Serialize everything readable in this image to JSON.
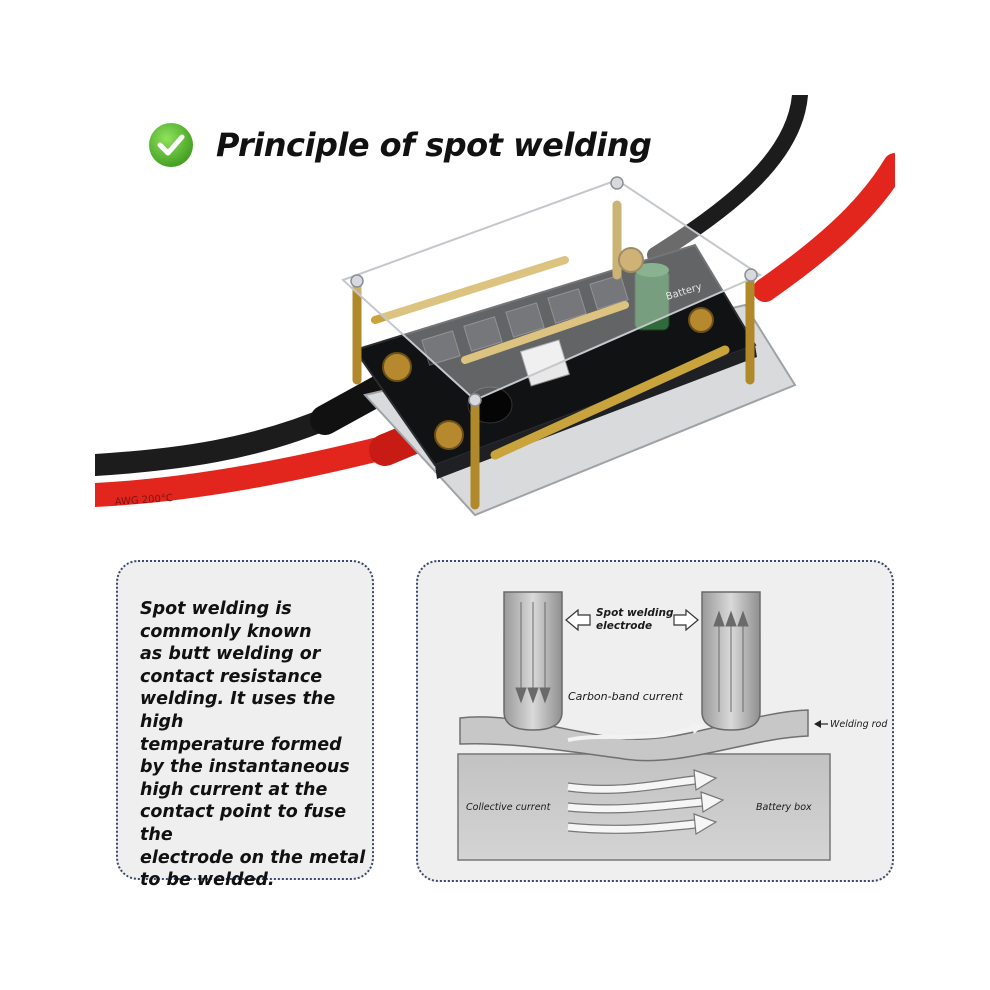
{
  "heading": {
    "title": "Principle of spot welding",
    "icon": "check-circle-icon",
    "icon_color": "#4cae2a"
  },
  "photo": {
    "cable_print": "AWG 200°C",
    "board_print": "Battery"
  },
  "description": "Spot welding is\ncommonly known\nas butt welding or\ncontact resistance\nwelding. It uses the high\ntemperature formed\nby the instantaneous\nhigh current at the\ncontact point to fuse the\nelectrode on the metal\nto be welded.",
  "diagram": {
    "electrode_label": "Spot welding\nelectrode",
    "carbon_band_current": "Carbon-band current",
    "welding_rod": "Welding rod",
    "collective_current": "Collective current",
    "battery_box": "Battery box"
  }
}
